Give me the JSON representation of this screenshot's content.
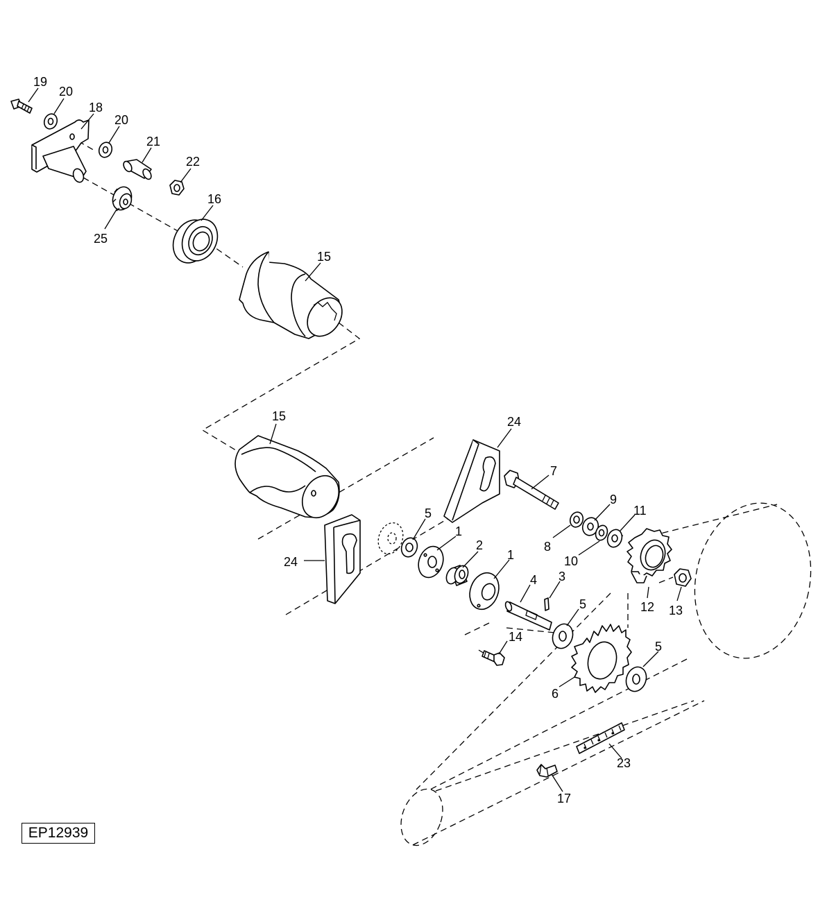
{
  "diagram": {
    "reference_code": "EP12939",
    "callouts": {
      "c19": "19",
      "c20a": "20",
      "c18": "18",
      "c20b": "20",
      "c21": "21",
      "c22": "22",
      "c16": "16",
      "c25": "25",
      "c15a": "15",
      "c15b": "15",
      "c24a": "24",
      "c24b": "24",
      "c7": "7",
      "c5a": "5",
      "c1a": "1",
      "c2": "2",
      "c1b": "1",
      "c9": "9",
      "c11": "11",
      "c8": "8",
      "c10": "10",
      "c4": "4",
      "c3": "3",
      "c5b": "5",
      "c12": "12",
      "c13": "13",
      "c14": "14",
      "c5c": "5",
      "c6": "6",
      "c23": "23",
      "c17": "17"
    }
  }
}
